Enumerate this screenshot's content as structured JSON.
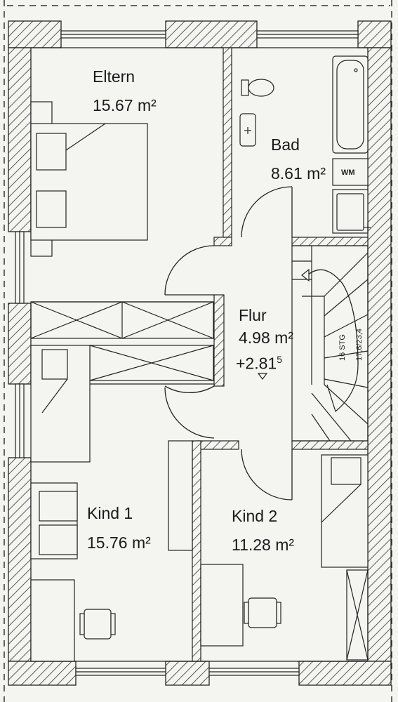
{
  "rooms": {
    "eltern": {
      "name": "Eltern",
      "area": "15.67 m²"
    },
    "bad": {
      "name": "Bad",
      "area": "8.61 m²"
    },
    "flur": {
      "name": "Flur",
      "area": "4.98 m²",
      "level": "+2.81",
      "level_sup": "5"
    },
    "kind1": {
      "name": "Kind 1",
      "area": "15.76 m²"
    },
    "kind2": {
      "name": "Kind 2",
      "area": "11.28 m²"
    }
  },
  "stairs": {
    "steps": "16 STG",
    "ratio": "17,6/23,4"
  },
  "appliance": {
    "washing_machine": "WM"
  },
  "colors": {
    "paper": "#f4f4f1",
    "line": "#2a2a2a",
    "hatch": "#3a3a3a"
  }
}
